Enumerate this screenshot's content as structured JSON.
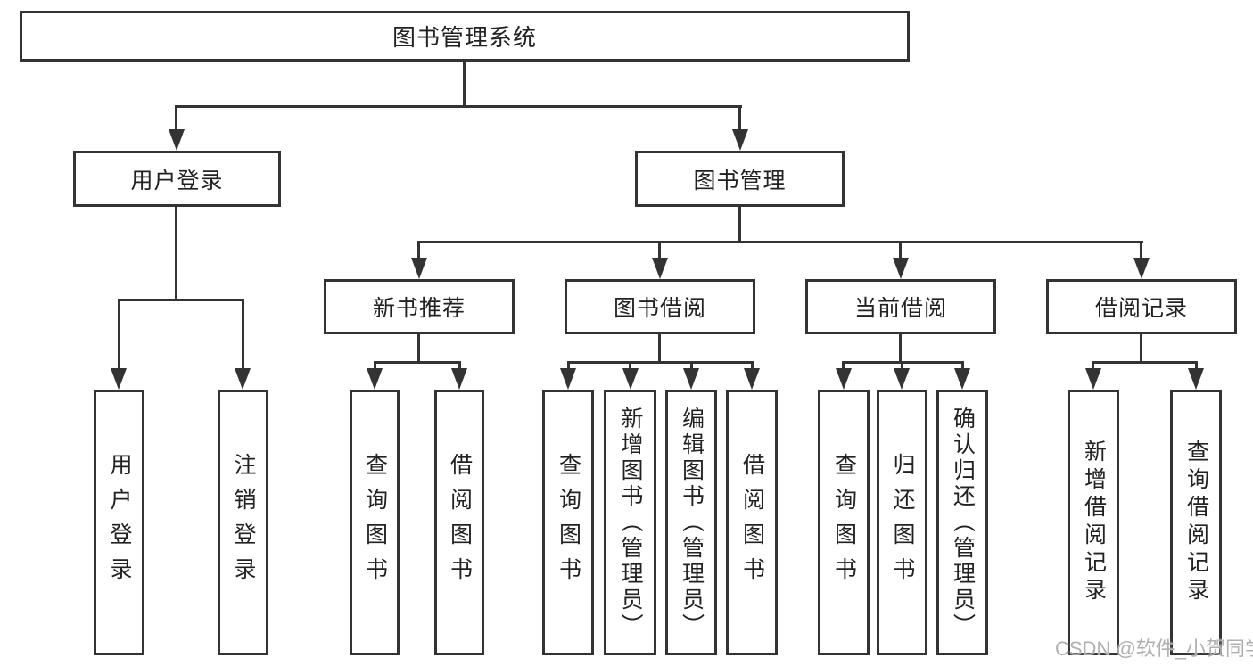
{
  "title": "图书管理系统",
  "tree": {
    "label": "图书管理系统",
    "children": [
      {
        "label": "用户登录",
        "children": [
          {
            "label": "用户登录"
          },
          {
            "label": "注销登录"
          }
        ]
      },
      {
        "label": "图书管理",
        "children": [
          {
            "label": "新书推荐",
            "children": [
              {
                "label": "查询图书"
              },
              {
                "label": "借阅图书"
              }
            ]
          },
          {
            "label": "图书借阅",
            "children": [
              {
                "label": "查询图书"
              },
              {
                "label": "新增图书（管理员）"
              },
              {
                "label": "编辑图书（管理员）"
              },
              {
                "label": "借阅图书"
              }
            ]
          },
          {
            "label": "当前借阅",
            "children": [
              {
                "label": "查询图书"
              },
              {
                "label": "归还图书"
              },
              {
                "label": "确认归还（管理员）"
              }
            ]
          },
          {
            "label": "借阅记录",
            "children": [
              {
                "label": "新增借阅记录"
              },
              {
                "label": "查询借阅记录"
              }
            ]
          }
        ]
      }
    ]
  },
  "watermark": {
    "text": "CSDN @软件_小贺同学"
  },
  "colors": {
    "line": "#333333",
    "box_border": "#333333",
    "text": "#222222",
    "background": "#ffffff",
    "watermark": "#b0b0b0"
  }
}
